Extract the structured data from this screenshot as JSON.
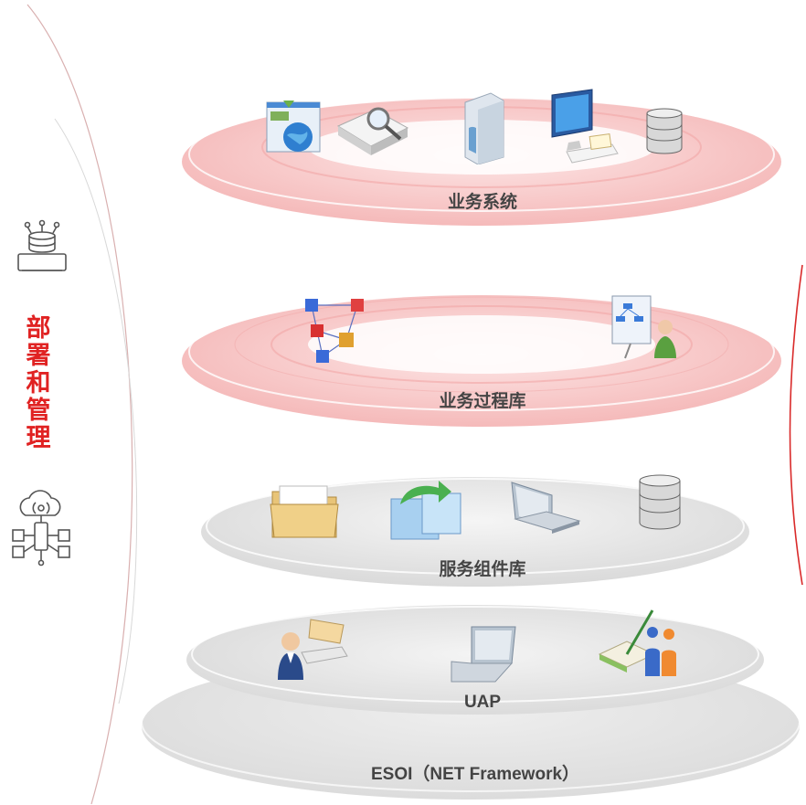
{
  "side_panel": {
    "title": "部署和管理",
    "title_color": "#e02222",
    "top_icon": "server-database-icon",
    "bottom_icon": "cloud-network-icon"
  },
  "layers": [
    {
      "label": "业务系统",
      "color": "#f7c8c8",
      "icons": [
        "web-browser-globe-icon",
        "document-magnifier-icon",
        "building-book-icon",
        "computer-monitor-icon",
        "database-icon"
      ]
    },
    {
      "label": "业务过程库",
      "color": "#f7c8c8",
      "icons": [
        "process-network-cubes-icon",
        "presentation-user-icon"
      ]
    },
    {
      "label": "服务组件库",
      "color": "#e6e6e6",
      "icons": [
        "folder-icon",
        "transfer-arrow-icon",
        "laptop-icon",
        "database-icon"
      ]
    },
    {
      "label": "UAP",
      "color": "#e6e6e6",
      "icons": [
        "user-desk-icon",
        "laptop-icon",
        "book-people-icon"
      ]
    },
    {
      "label": "ESOI（NET Framework）",
      "color": "#e8e8e8",
      "icons": []
    }
  ]
}
